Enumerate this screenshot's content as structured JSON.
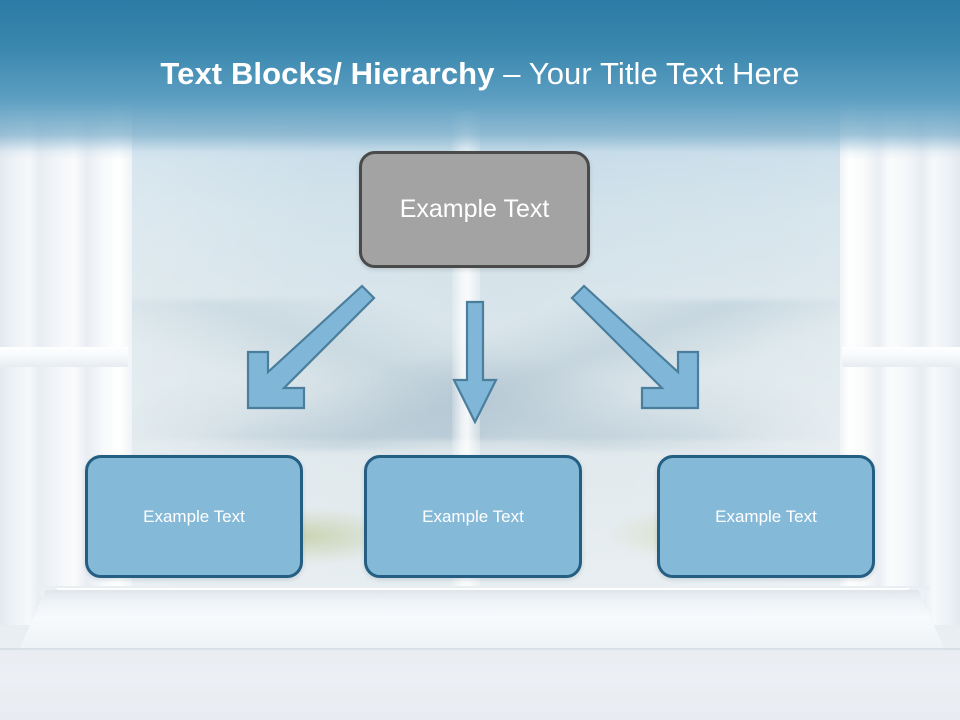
{
  "slide": {
    "title": {
      "bold_part": "Text Blocks/ Hierarchy ",
      "separator": "– ",
      "light_part": "Your Title Text Here"
    },
    "theme": {
      "header_blue_dark": "#2c7ba6",
      "header_blue_light": "#5d9fc2",
      "title_color": "#ffffff",
      "node_top_fill": "#a3a3a3",
      "node_top_border": "#4a4a4a",
      "node_child_fill": "#85b9d8",
      "node_child_border": "#245e82",
      "arrow_fill": "#80b7d8",
      "arrow_border": "#4a7e9c",
      "background_style": "open-window-with-mountain-landscape"
    }
  },
  "diagram": {
    "type": "hierarchy",
    "root": {
      "label": "Example  Text"
    },
    "children": [
      {
        "label": "Example Text"
      },
      {
        "label": "Example Text"
      },
      {
        "label": "Example Text"
      }
    ],
    "connectors": [
      {
        "name": "arrow-left",
        "direction": "down-left"
      },
      {
        "name": "arrow-center",
        "direction": "down"
      },
      {
        "name": "arrow-right",
        "direction": "down-right"
      }
    ]
  }
}
